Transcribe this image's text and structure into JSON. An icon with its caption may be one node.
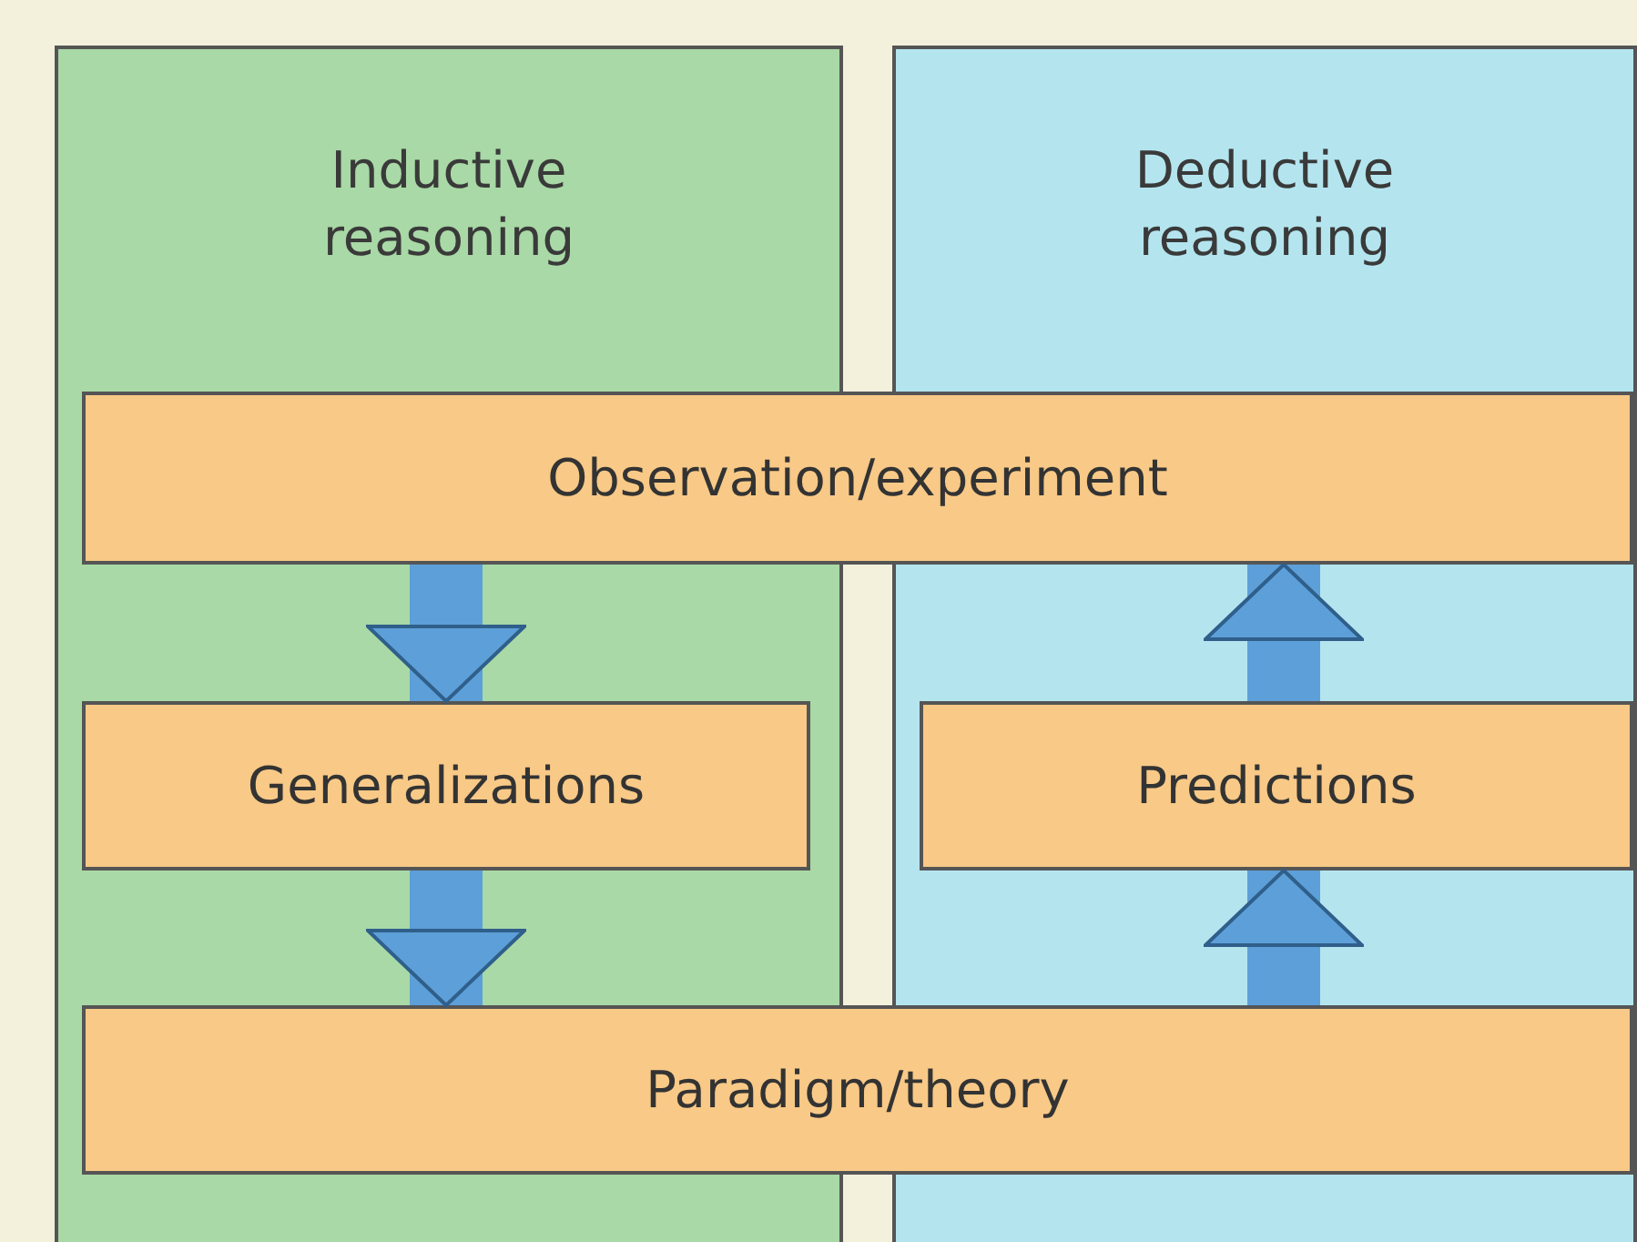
{
  "diagram": {
    "nodes": [
      {
        "text": [
          "Inductive reasoning"
        ]
      },
      {
        "text": [
          "Deductive reasoning"
        ]
      },
      {
        "text": [
          "Observation/experiment"
        ]
      },
      {
        "text": [
          "Generalizations"
        ],
        "in": 0
      },
      {
        "text": [
          "Predictions"
        ],
        "in": 1
      },
      {
        "text": [
          "Paradigm/theory"
        ]
      }
    ],
    "edges": [
      {
        "from": 2,
        "to": 3,
        "arrow": "to"
      },
      {
        "from": 3,
        "to": 5,
        "arrow": "to"
      },
      {
        "from": 5,
        "to": 4,
        "arrow": "to"
      },
      {
        "from": 4,
        "to": 2,
        "arrow": "to"
      }
    ]
  }
}
